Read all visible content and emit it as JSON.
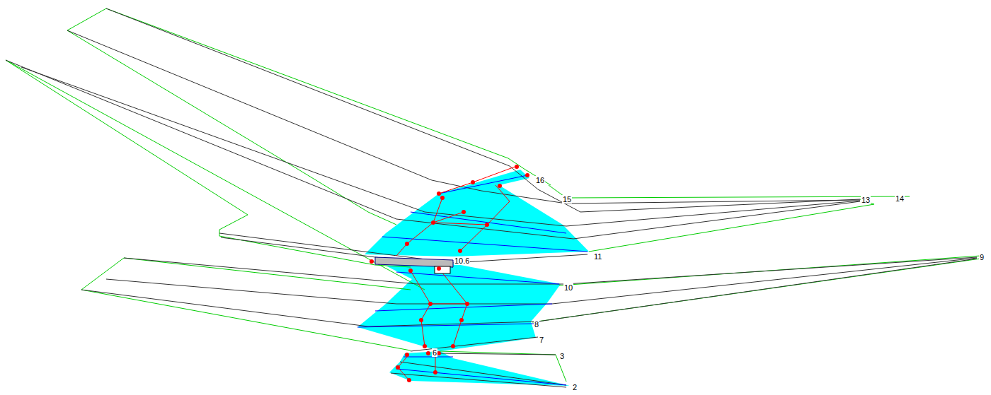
{
  "diagram": {
    "labels": [
      "16",
      "15",
      "13",
      "14",
      "11",
      "10.6",
      "10",
      "9",
      "8",
      "7",
      "3",
      "6",
      "2"
    ]
  }
}
